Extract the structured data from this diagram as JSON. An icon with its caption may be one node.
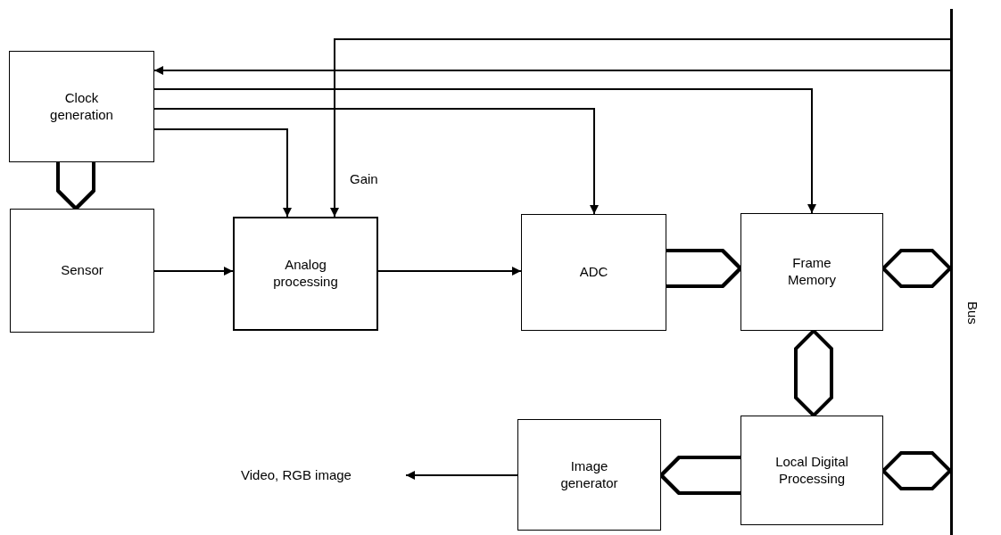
{
  "diagram": {
    "nodes": [
      {
        "text": [
          "Clock generation"
        ]
      },
      {
        "text": [
          "Sensor"
        ]
      },
      {
        "text": [
          "Analog processing"
        ]
      },
      {
        "text": [
          "ADC"
        ]
      },
      {
        "text": [
          "Frame Memory"
        ]
      },
      {
        "text": [],
        "shape": "bar",
        "beside": [
          "Bus"
        ]
      },
      {
        "text": [
          "Image generator"
        ]
      },
      {
        "text": [
          "Local Digital Processing"
        ]
      },
      {
        "text": [
          "Video, RGB image"
        ]
      }
    ],
    "edges": [
      {
        "from": 5,
        "to": 2,
        "arrow": "to",
        "label": "Gain"
      },
      {
        "from": 5,
        "to": 0,
        "arrow": "to"
      },
      {
        "from": 0,
        "to": 4,
        "arrow": "to"
      },
      {
        "from": 0,
        "to": 3,
        "arrow": "to"
      },
      {
        "from": 0,
        "to": 2,
        "arrow": "to"
      },
      {
        "from": 0,
        "to": 1,
        "arrow": "to",
        "style": "thick"
      },
      {
        "from": 1,
        "to": 2,
        "arrow": "to"
      },
      {
        "from": 2,
        "to": 3,
        "arrow": "to"
      },
      {
        "from": 3,
        "to": 4,
        "arrow": "to",
        "style": "thick"
      },
      {
        "from": 4,
        "to": 5,
        "arrow": "both",
        "style": "thick"
      },
      {
        "from": 4,
        "to": 7,
        "arrow": "both",
        "style": "thick"
      },
      {
        "from": 7,
        "to": 5,
        "arrow": "both",
        "style": "thick"
      },
      {
        "from": 7,
        "to": 6,
        "arrow": "to",
        "style": "thick"
      },
      {
        "from": 6,
        "to": 8,
        "arrow": "to"
      }
    ]
  }
}
